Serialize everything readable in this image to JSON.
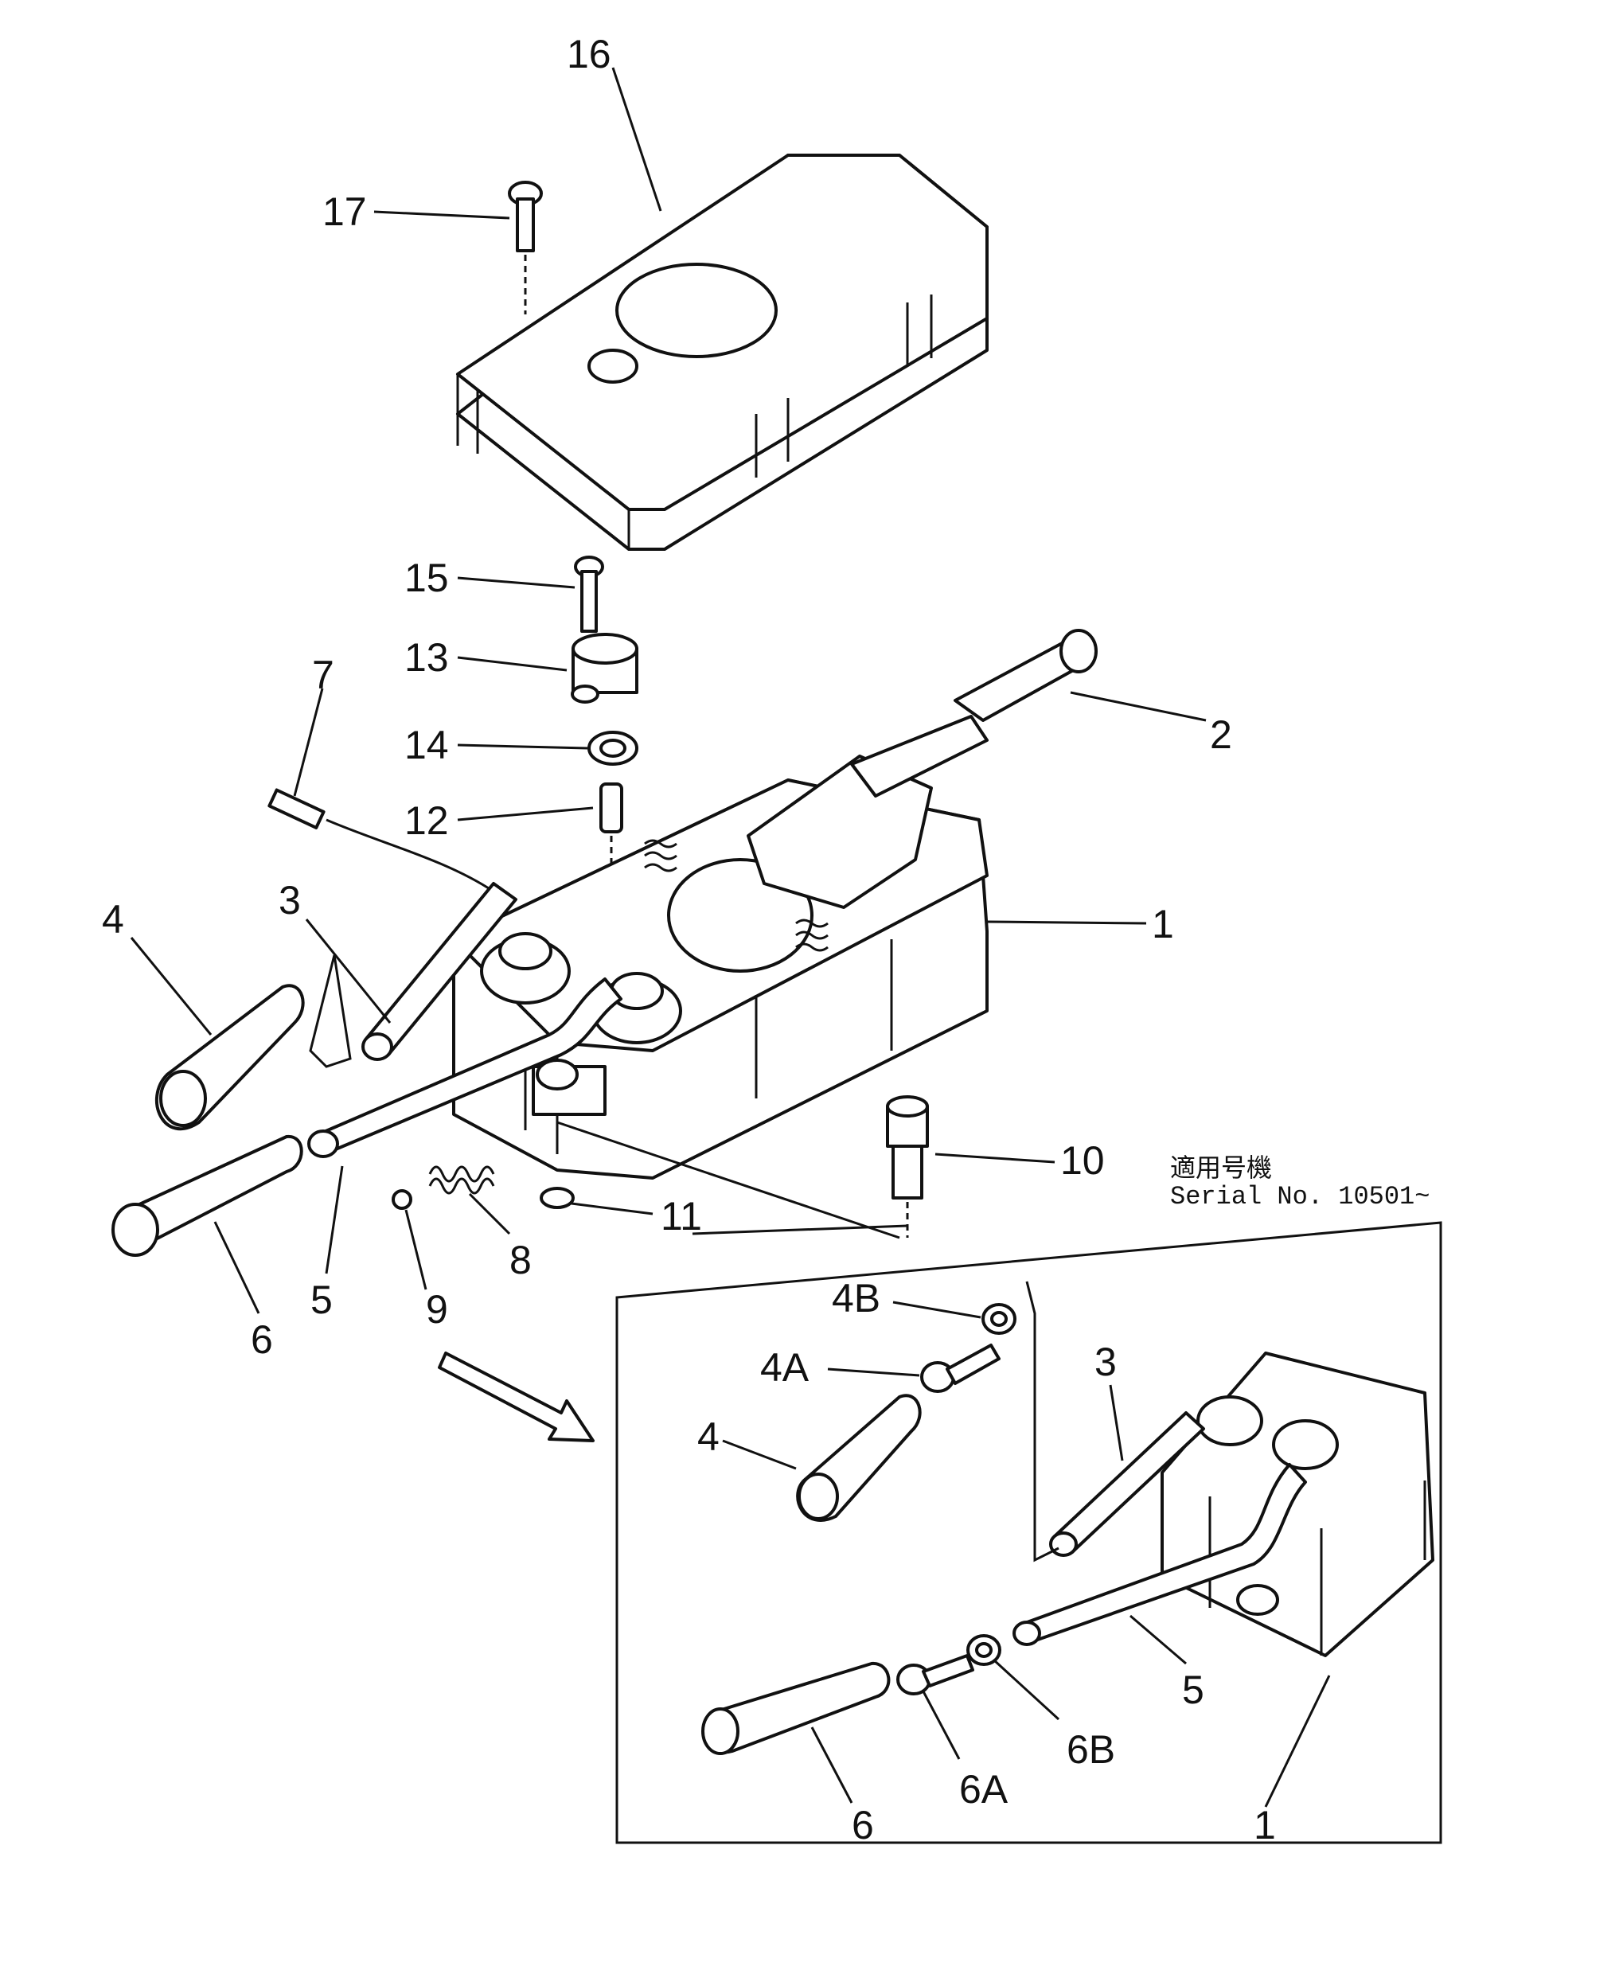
{
  "callouts": {
    "c16": "16",
    "c17": "17",
    "c15": "15",
    "c13": "13",
    "c14": "14",
    "c12": "12",
    "c7": "7",
    "c2": "2",
    "c1": "1",
    "c3": "3",
    "c4": "4",
    "c6": "6",
    "c5": "5",
    "c9": "9",
    "c8": "8",
    "c11": "11",
    "c10": "10"
  },
  "serial_note": {
    "japanese": "適用号機",
    "label": "Serial No. 10501~"
  },
  "inset_callouts": {
    "i4B": "4B",
    "i4A": "4A",
    "i4": "4",
    "i3": "3",
    "i5": "5",
    "i6B": "6B",
    "i6A": "6A",
    "i6": "6",
    "i1": "1"
  }
}
